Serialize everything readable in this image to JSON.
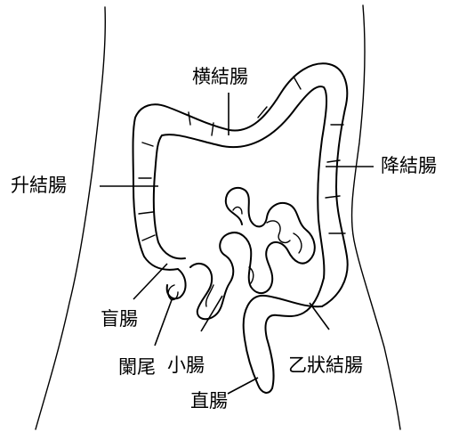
{
  "labels": {
    "transverse_colon": "横結腸",
    "ascending_colon": "升結腸",
    "descending_colon": "降結腸",
    "cecum": "盲腸",
    "small_intestine": "小腸",
    "sigmoid_colon": "乙狀結腸",
    "appendix": "闌尾",
    "rectum": "直腸"
  }
}
